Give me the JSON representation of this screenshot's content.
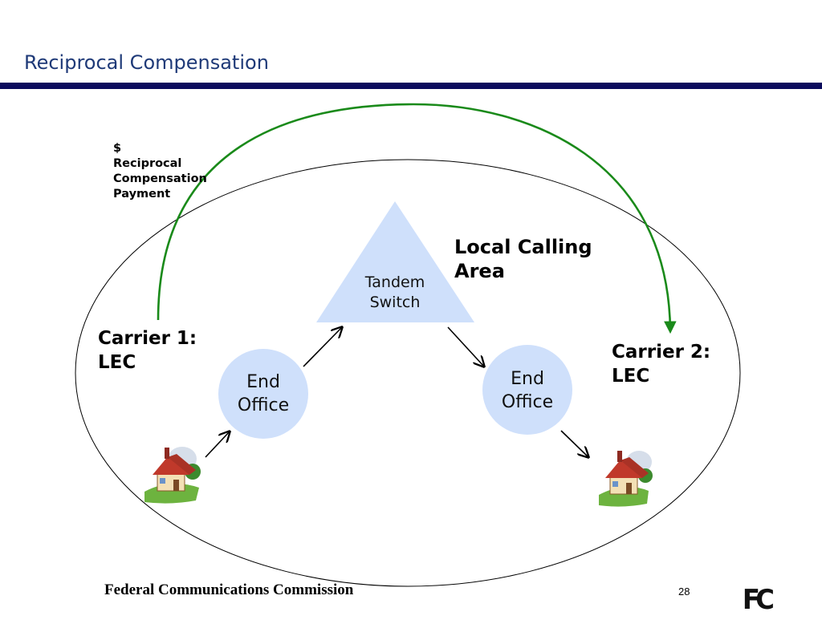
{
  "slide": {
    "title": "Reciprocal Compensation",
    "page_number": "28",
    "footer_org": "Federal Communications Commission",
    "logo_text": "FC"
  },
  "payment": {
    "line1": "$",
    "line2": "Reciprocal",
    "line3": "Compensation",
    "line4": "Payment"
  },
  "area": {
    "line1": "Local Calling",
    "line2": "Area"
  },
  "carrier1": {
    "line1": "Carrier 1:",
    "line2": "LEC"
  },
  "carrier2": {
    "line1": "Carrier 2:",
    "line2": "LEC"
  },
  "tandem": {
    "line1": "Tandem",
    "line2": "Switch"
  },
  "end_office_left": {
    "line1": "End",
    "line2": "Office"
  },
  "end_office_right": {
    "line1": "End",
    "line2": "Office"
  },
  "colors": {
    "title": "#1f3a78",
    "rule": "#0a0a5c",
    "node_fill": "#cfe0fb",
    "payment_arrow": "#1a8a1a"
  }
}
